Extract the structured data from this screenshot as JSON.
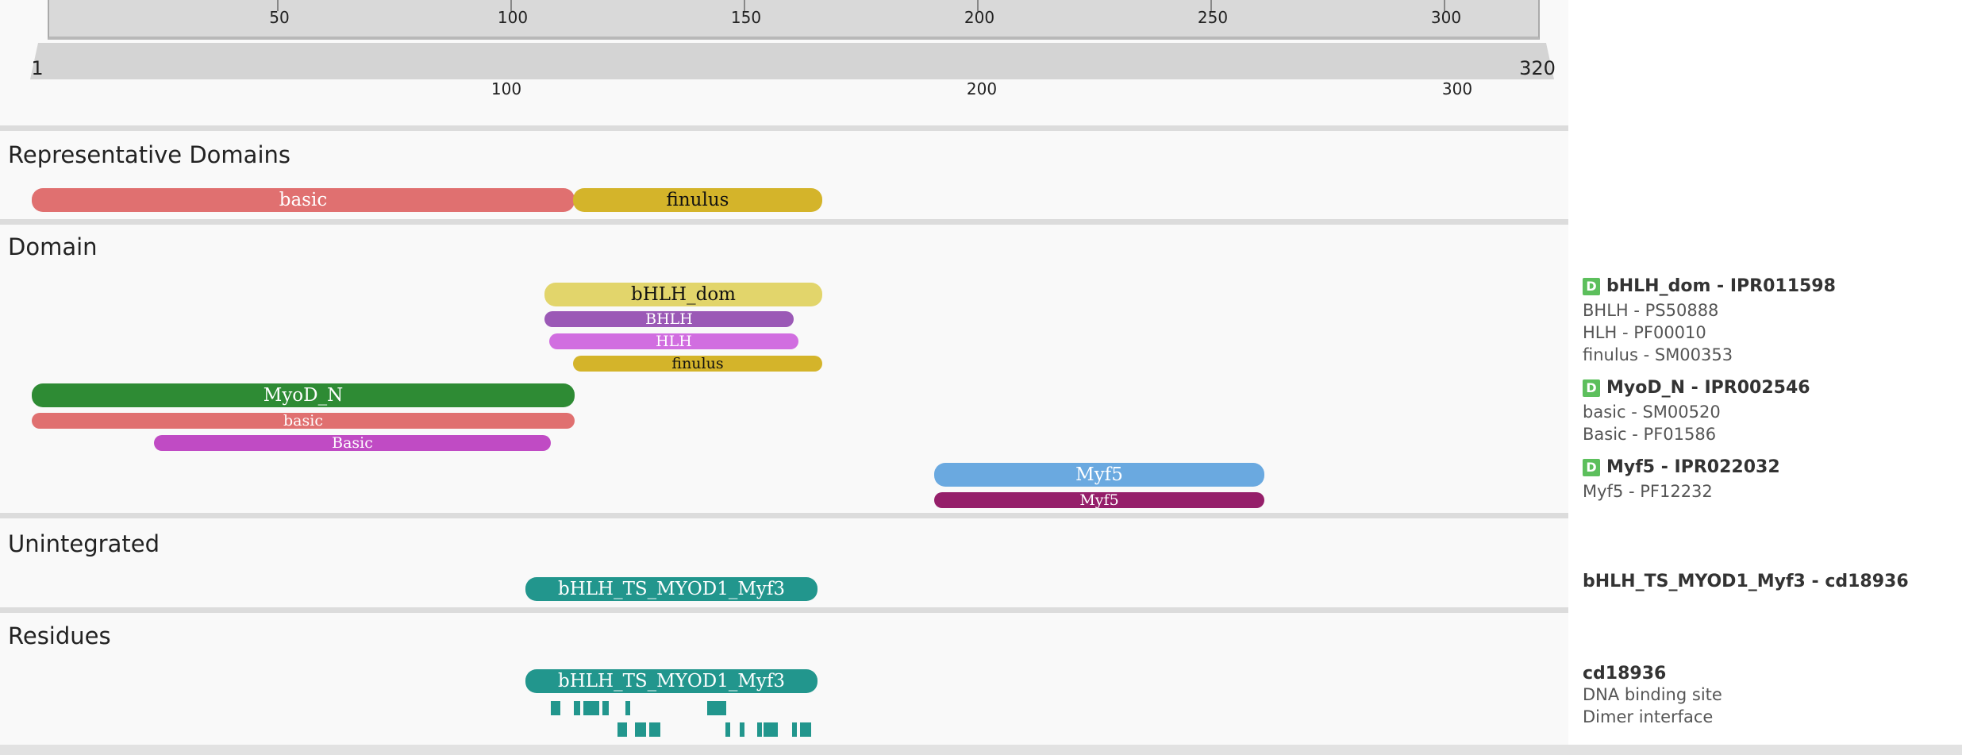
{
  "ruler": {
    "top_ticks": [
      "50",
      "100",
      "150",
      "200",
      "250",
      "300"
    ],
    "start": "1",
    "end": "320",
    "bottom_ticks": [
      "100",
      "200",
      "300"
    ]
  },
  "sections": {
    "representative": {
      "title": "Representative Domains",
      "features": [
        "basic",
        "finulus"
      ]
    },
    "domain": {
      "title": "Domain",
      "features": {
        "bhlh_dom": "bHLH_dom",
        "bhlh": "BHLH",
        "hlh": "HLH",
        "finulus": "finulus",
        "myod_n": "MyoD_N",
        "basic": "basic",
        "basic_pf": "Basic",
        "myf5": "Myf5",
        "myf5_pf": "Myf5"
      }
    },
    "unintegrated": {
      "title": "Unintegrated",
      "features": [
        "bHLH_TS_MYOD1_Myf3"
      ]
    },
    "residues": {
      "title": "Residues",
      "features": [
        "bHLH_TS_MYOD1_Myf3"
      ]
    }
  },
  "sidebar": {
    "entries": [
      {
        "badge": "D",
        "main": "bHLH_dom - IPR011598",
        "subs": [
          "BHLH - PS50888",
          "HLH - PF00010",
          "finulus - SM00353"
        ]
      },
      {
        "badge": "D",
        "main": "MyoD_N - IPR002546",
        "subs": [
          "basic - SM00520",
          "Basic - PF01586"
        ]
      },
      {
        "badge": "D",
        "main": "Myf5 - IPR022032",
        "subs": [
          "Myf5 - PF12232"
        ]
      },
      {
        "badge": "",
        "main": "bHLH_TS_MYOD1_Myf3 - cd18936",
        "subs": []
      },
      {
        "badge": "",
        "main": "cd18936",
        "subs": [
          "DNA binding site",
          "Dimer interface"
        ]
      }
    ]
  },
  "colors": {
    "basic": "#e07070",
    "finulus": "#d4b42a",
    "bhlh_dom": "#e2d56b",
    "bhlh": "#9b59b6",
    "hlh": "#d16ee0",
    "myod_n": "#2e8b34",
    "basic_pf": "#c04bc4",
    "myf5": "#6aa9e0",
    "myf5_pf": "#951f6a",
    "cd": "#22968d"
  }
}
